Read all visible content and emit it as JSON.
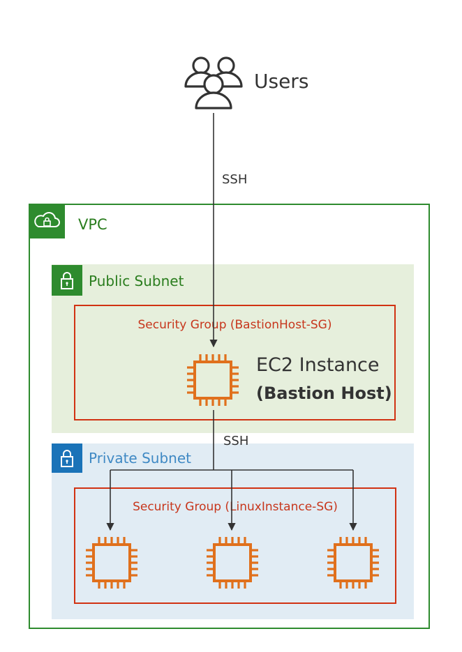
{
  "users": {
    "label": "Users",
    "icon": "users-icon"
  },
  "connections": {
    "ssh_top": "SSH",
    "ssh_mid": "SSH"
  },
  "vpc": {
    "label": "VPC",
    "icon": "cloud-lock-icon",
    "color": "#2e8b2e"
  },
  "public_subnet": {
    "label": "Public Subnet",
    "icon": "lock-icon",
    "color": "#2e8b2e"
  },
  "private_subnet": {
    "label": "Private Subnet",
    "icon": "lock-icon",
    "color": "#1a73b8"
  },
  "bastion_sg": {
    "label": "Security Group (BastionHost-SG)",
    "color": "#d13212"
  },
  "linux_sg": {
    "label": "Security Group (LinuxInstance-SG)",
    "color": "#d13212"
  },
  "bastion_instance": {
    "title": "EC2 Instance",
    "subtitle": "(Bastion Host)",
    "icon": "ec2-chip-icon",
    "color": "#e0701c"
  },
  "linux_instances": [
    {
      "icon": "ec2-chip-icon"
    },
    {
      "icon": "ec2-chip-icon"
    },
    {
      "icon": "ec2-chip-icon"
    }
  ]
}
